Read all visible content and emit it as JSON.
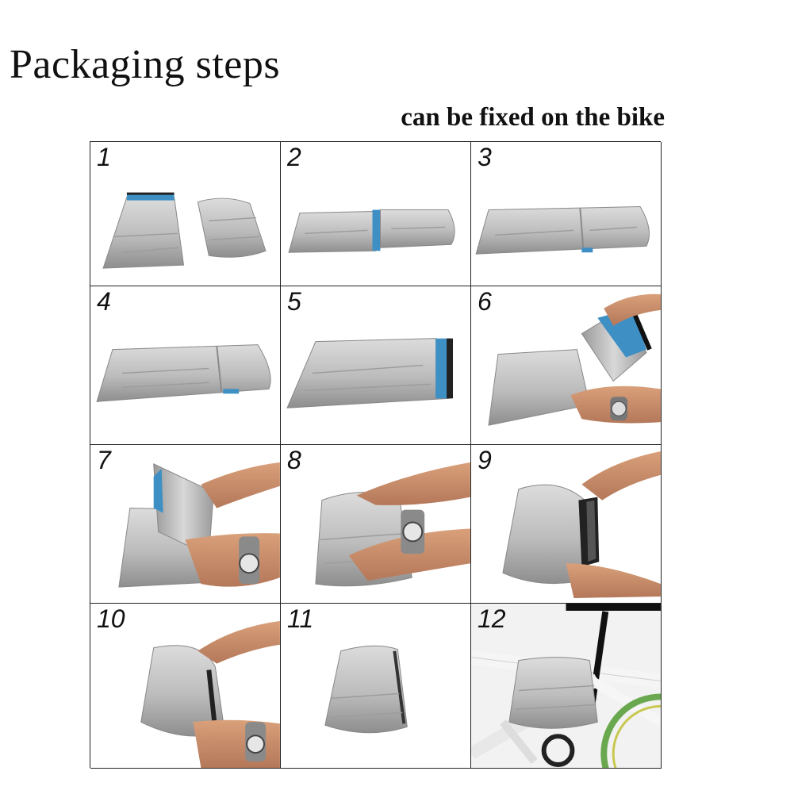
{
  "header": {
    "title": "Packaging steps",
    "subtitle": "can be fixed on the bike"
  },
  "steps": [
    {
      "number": "1"
    },
    {
      "number": "2"
    },
    {
      "number": "3"
    },
    {
      "number": "4"
    },
    {
      "number": "5"
    },
    {
      "number": "6"
    },
    {
      "number": "7"
    },
    {
      "number": "8"
    },
    {
      "number": "9"
    },
    {
      "number": "10"
    },
    {
      "number": "11"
    },
    {
      "number": "12"
    }
  ],
  "colors": {
    "cover_silver": "#bdbdbd",
    "cover_shadow": "#8f8f8f",
    "lining_blue": "#3e8fc4",
    "skin": "#c68a62",
    "grid_line": "#222222",
    "bike_green": "#6aa84f"
  }
}
